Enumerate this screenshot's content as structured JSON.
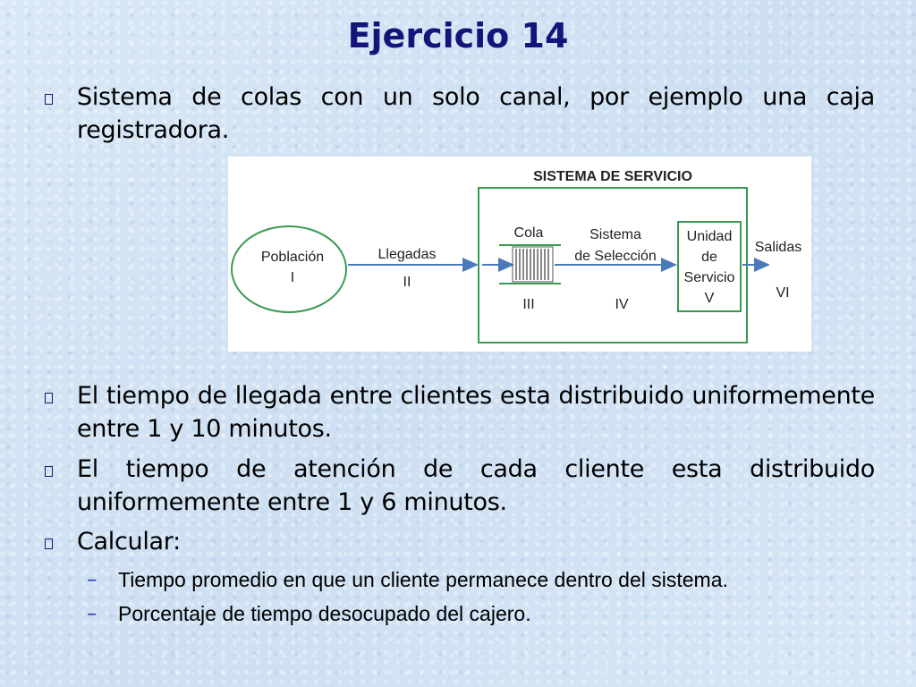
{
  "title": "Ejercicio 14",
  "bullets": [
    "Sistema de colas con un solo canal, por ejemplo una caja registradora.",
    "El tiempo de llegada entre clientes esta distribuido uniformemente entre 1 y 10 minutos.",
    "El tiempo de atención de cada cliente esta distribuido uniformemente entre 1 y 6 minutos.",
    "Calcular:"
  ],
  "sub_bullets": [
    "Tiempo promedio en que un cliente permanece dentro del sistema.",
    "Porcentaje de tiempo desocupado del cajero."
  ],
  "diagram": {
    "system_title": "SISTEMA DE SERVICIO",
    "poblacion": "Población",
    "poblacion_num": "I",
    "llegadas": "Llegadas",
    "llegadas_num": "II",
    "cola": "Cola",
    "cola_num": "III",
    "seleccion_line1": "Sistema",
    "seleccion_line2": "de Selección",
    "seleccion_num": "IV",
    "unidad_line1": "Unidad",
    "unidad_line2": "de",
    "unidad_line3": "Servicio",
    "unidad_num": "V",
    "salidas": "Salidas",
    "salidas_num": "VI"
  }
}
